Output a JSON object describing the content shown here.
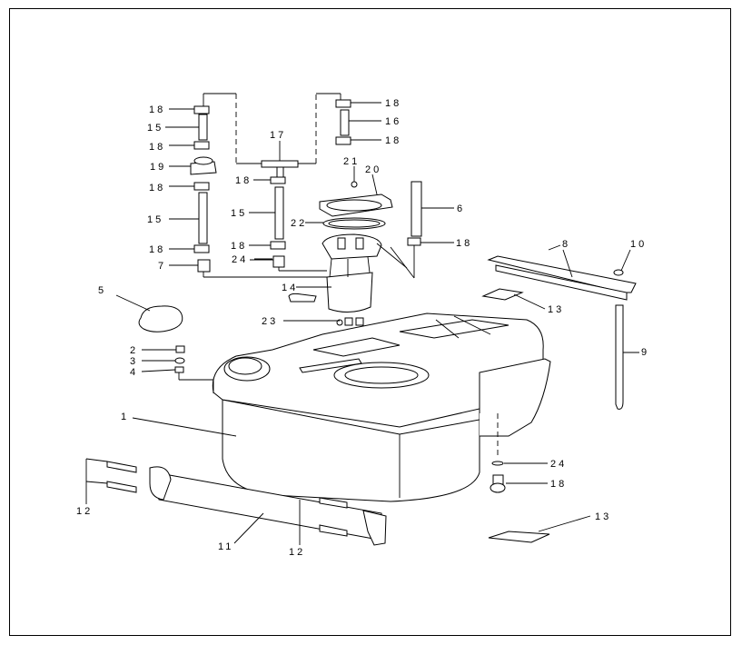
{
  "labels": {
    "l1": "1",
    "l2": "2",
    "l3": "3",
    "l4": "4",
    "l5": "5",
    "l6": "6",
    "l7": "7",
    "l8": "8",
    "l9": "9",
    "l10": "10",
    "l11": "11",
    "l12a": "12",
    "l12b": "12",
    "l13a": "13",
    "l13b": "13",
    "l14": "14",
    "l15a": "15",
    "l15b": "15",
    "l15c": "15",
    "l16": "16",
    "l17": "17",
    "l18a": "18",
    "l18b": "18",
    "l18c": "18",
    "l18d": "18",
    "l18e": "18",
    "l18f": "18",
    "l18g": "18",
    "l18h": "18",
    "l18i": "18",
    "l19": "19",
    "l20": "20",
    "l21": "21",
    "l22": "22",
    "l23": "23",
    "l24a": "24",
    "l24b": "24"
  },
  "colors": {
    "line": "#000000",
    "background": "#ffffff",
    "shade": "#e6e6e6"
  }
}
